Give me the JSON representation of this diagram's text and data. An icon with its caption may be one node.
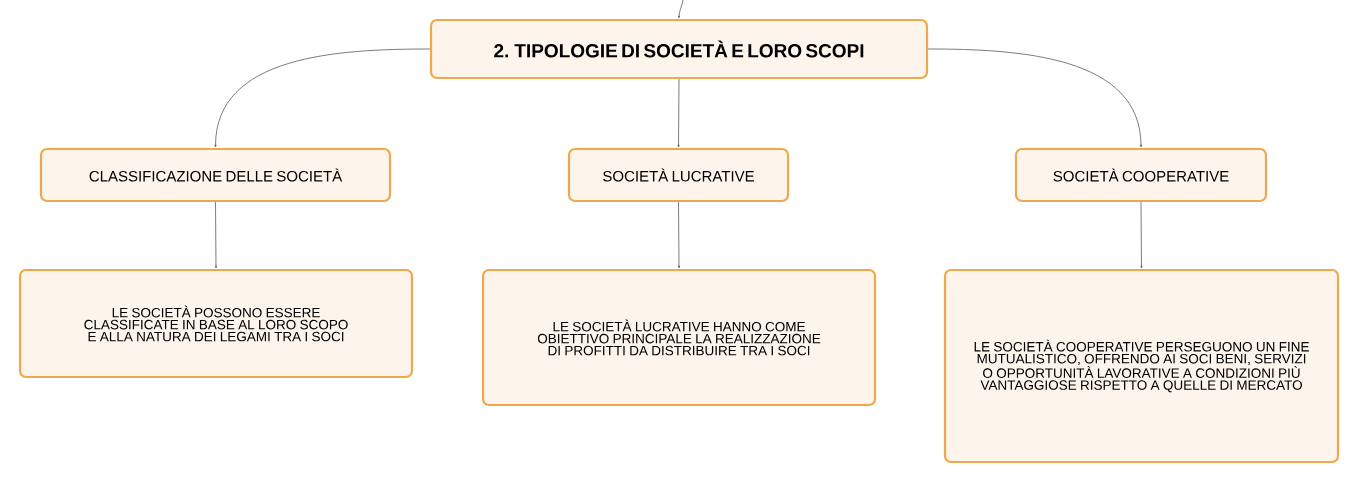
{
  "diagram": {
    "nodes": [
      {
        "text": [
          "2. TIPOLOGIE DI SOCIETÀ E LORO SCOPI"
        ]
      },
      {
        "text": [
          "CLASSIFICAZIONE DELLE SOCIETÀ"
        ]
      },
      {
        "text": [
          "SOCIETÀ LUCRATIVE"
        ]
      },
      {
        "text": [
          "SOCIETÀ COOPERATIVE"
        ]
      },
      {
        "text": [
          "LE SOCIETÀ POSSONO ESSERE CLASSIFICATE IN BASE AL LORO SCOPO E ALLA NATURA DEI LEGAMI TRA I SOCI"
        ]
      },
      {
        "text": [
          "LE SOCIETÀ LUCRATIVE HANNO COME OBIETTIVO PRINCIPALE LA REALIZZAZIONE DI PROFITTI DA DISTRIBUIRE TRA I SOCI"
        ]
      },
      {
        "text": [
          "LE SOCIETÀ COOPERATIVE PERSEGUONO UN FINE MUTUALISTICO, OFFRENDO AI SOCI BENI, SERVIZI O OPPORTUNITÀ LAVORATIVE A CONDIZIONI PIÙ VANTAGGIOSE RISPETTO A QUELLE DI MERCATO"
        ]
      }
    ],
    "edges": [
      {
        "from": null,
        "to": 0,
        "arrow": "to"
      },
      {
        "from": 0,
        "to": 1,
        "arrow": "to"
      },
      {
        "from": 0,
        "to": 2,
        "arrow": "to"
      },
      {
        "from": 0,
        "to": 3,
        "arrow": "to"
      },
      {
        "from": 1,
        "to": 4,
        "arrow": "to"
      },
      {
        "from": 2,
        "to": 5,
        "arrow": "to"
      },
      {
        "from": 3,
        "to": 6,
        "arrow": "to"
      }
    ]
  }
}
